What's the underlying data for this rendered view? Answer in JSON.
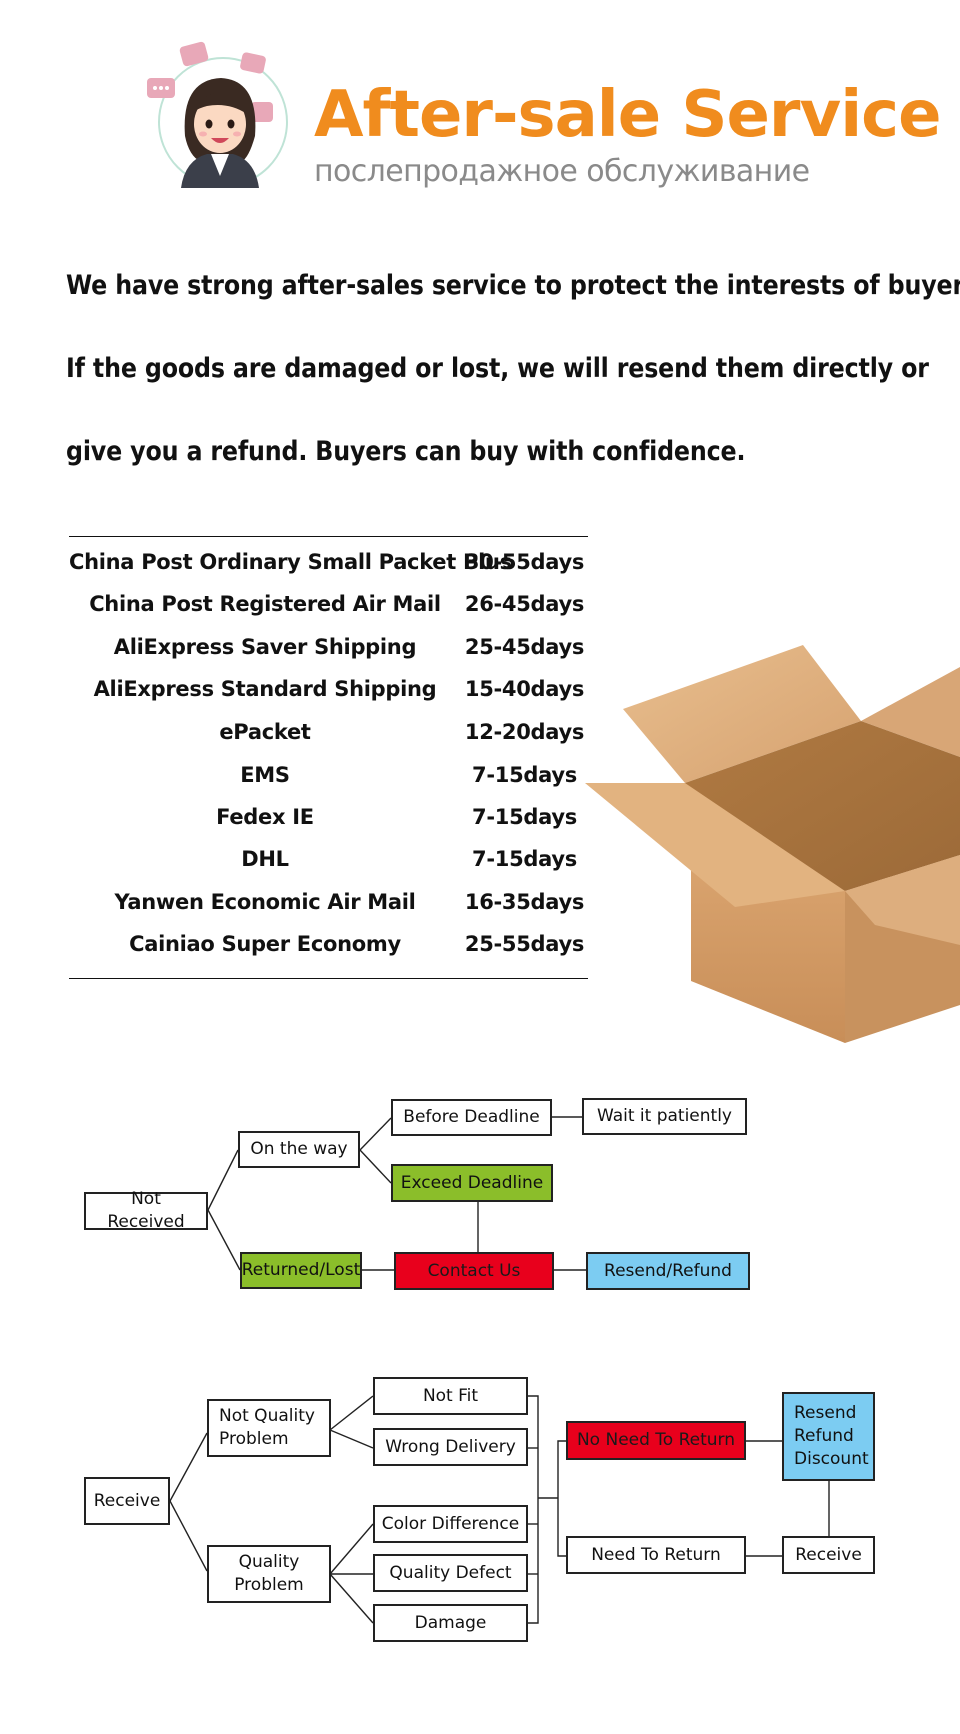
{
  "header": {
    "title": "After-sale Service",
    "subtitle": "послепродажное обслуживание",
    "logo_icon": "customer-service-agent-icon"
  },
  "intro": {
    "line1": "We have strong after-sales service to protect the interests of buyers.",
    "line2": "If the goods are damaged or lost, we will resend them directly or",
    "line3": "give you a refund. Buyers can buy with confidence."
  },
  "shipping": {
    "rows": [
      {
        "name": "China Post Ordinary Small Packet Plus",
        "days": "30-55days"
      },
      {
        "name": "China Post Registered Air Mail",
        "days": "26-45days"
      },
      {
        "name": "AliExpress Saver Shipping",
        "days": "25-45days"
      },
      {
        "name": "AliExpress Standard Shipping",
        "days": "15-40days"
      },
      {
        "name": "ePacket",
        "days": "12-20days"
      },
      {
        "name": "EMS",
        "days": "7-15days"
      },
      {
        "name": "Fedex IE",
        "days": "7-15days"
      },
      {
        "name": "DHL",
        "days": "7-15days"
      },
      {
        "name": "Yanwen Economic Air Mail",
        "days": "16-35days"
      },
      {
        "name": "Cainiao Super Economy",
        "days": "25-55days"
      }
    ],
    "box_icon": "cardboard-box-icon"
  },
  "flow1": {
    "not_received": "Not Received",
    "on_the_way": "On the way",
    "before_deadline": "Before Deadline",
    "wait_patiently": "Wait it patiently",
    "exceed_deadline": "Exceed Deadline",
    "returned_lost": "Returned/Lost",
    "contact_us": "Contact Us",
    "resend_refund": "Resend/Refund"
  },
  "flow2": {
    "receive": "Receive",
    "not_quality_problem": "Not Quality\nProblem",
    "quality_problem": "Quality\nProblem",
    "not_fit": "Not Fit",
    "wrong_delivery": "Wrong Delivery",
    "color_difference": "Color Difference",
    "quality_defect": "Quality Defect",
    "damage": "Damage",
    "no_need_to_return": "No Need To Return",
    "need_to_return": "Need To Return",
    "resend_refund_discount": "Resend\nRefund\nDiscount",
    "receive_return": "Receive"
  },
  "colors": {
    "title_orange": "#F08C1E",
    "green": "#8BBE2A",
    "red": "#E8001C",
    "blue": "#7CCCF2"
  }
}
